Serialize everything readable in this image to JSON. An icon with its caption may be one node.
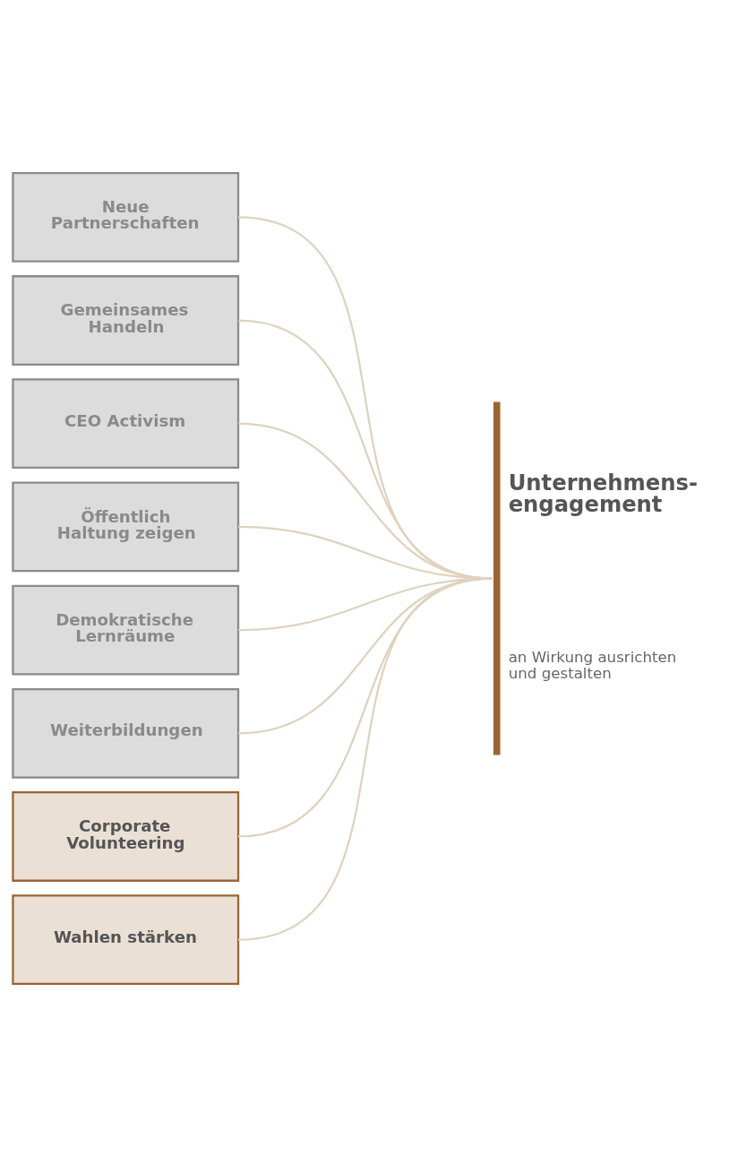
{
  "diagram": {
    "nodes": [
      {
        "text": [
          "Unternehmens- engagement",
          "an Wirkung ausrichten und gestalten"
        ]
      },
      {
        "text": [
          "Neue Partnerschaften"
        ]
      },
      {
        "text": [
          "Gemeinsames Handeln"
        ]
      },
      {
        "text": [
          "CEO Activism"
        ]
      },
      {
        "text": [
          "Öffentlich Haltung zeigen"
        ]
      },
      {
        "text": [
          "Demokratische Lernräume"
        ]
      },
      {
        "text": [
          "Weiterbildungen"
        ]
      },
      {
        "text": [
          "Corporate Volunteering"
        ]
      },
      {
        "text": [
          "Wahlen stärken"
        ]
      }
    ],
    "edges": [
      {
        "from": 1,
        "to": 0,
        "arrow": "none"
      },
      {
        "from": 2,
        "to": 0,
        "arrow": "none"
      },
      {
        "from": 3,
        "to": 0,
        "arrow": "none"
      },
      {
        "from": 4,
        "to": 0,
        "arrow": "none"
      },
      {
        "from": 5,
        "to": 0,
        "arrow": "none"
      },
      {
        "from": 6,
        "to": 0,
        "arrow": "none"
      },
      {
        "from": 7,
        "to": 0,
        "arrow": "none"
      },
      {
        "from": 8,
        "to": 0,
        "arrow": "none"
      }
    ]
  }
}
